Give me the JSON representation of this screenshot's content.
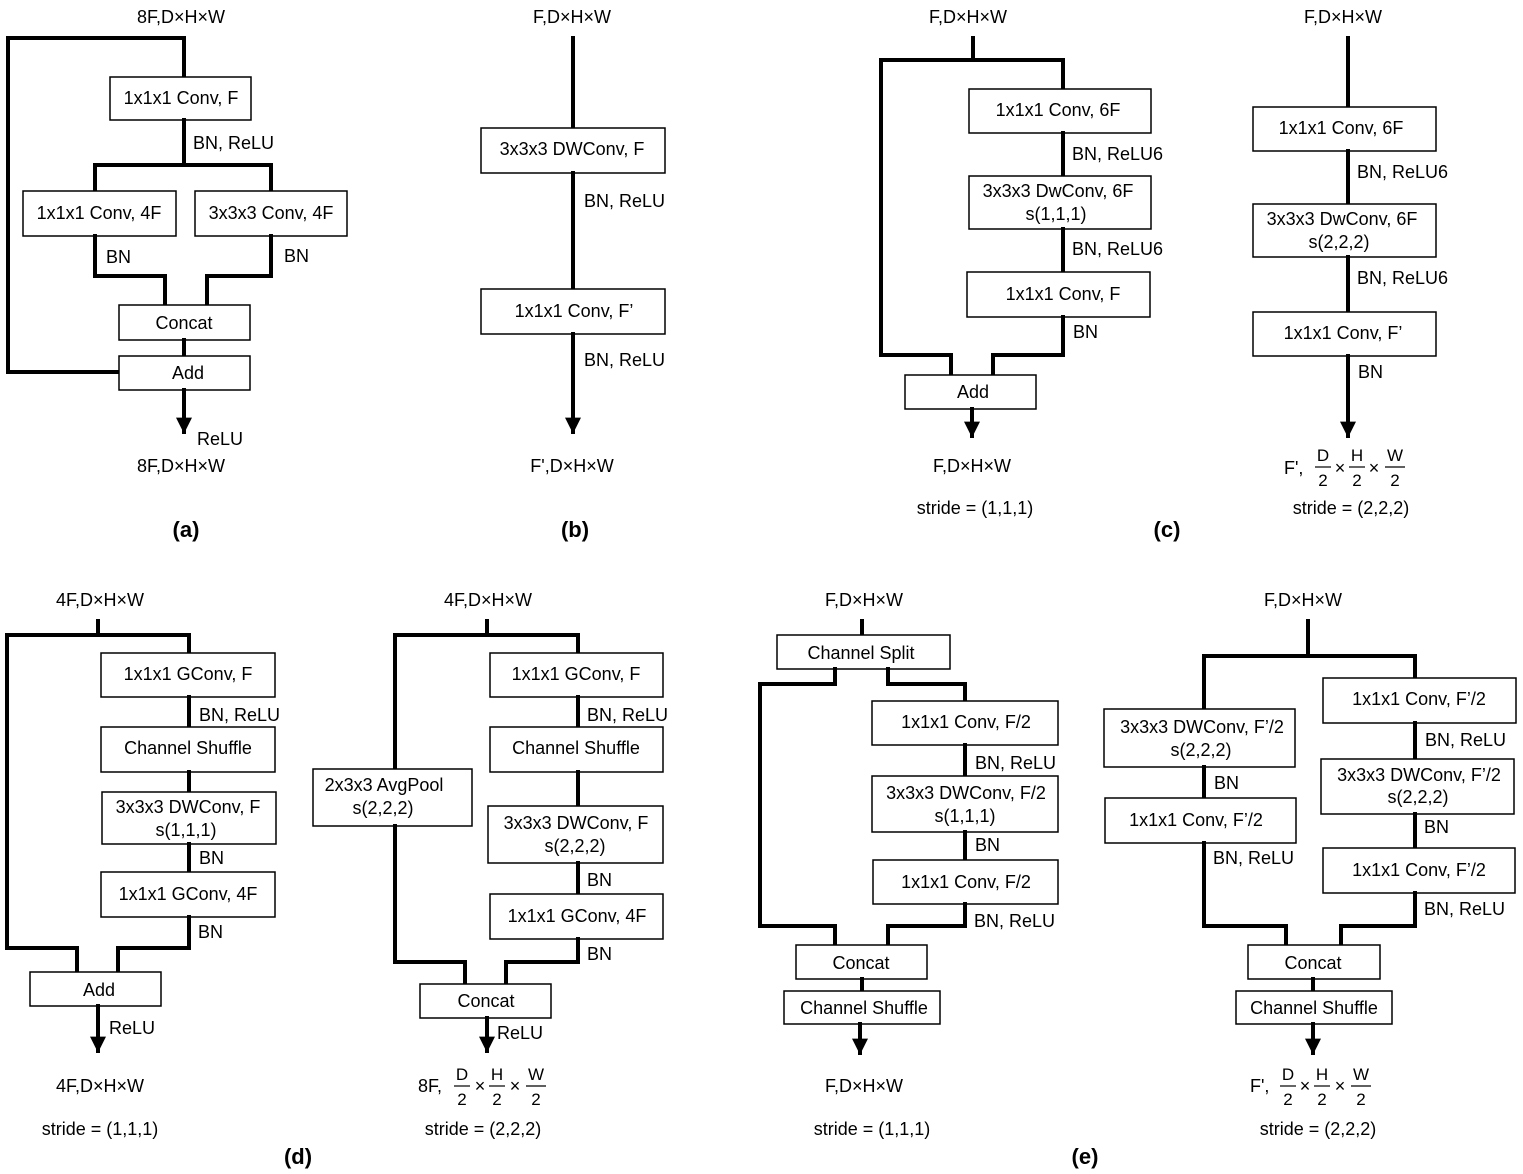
{
  "shapes": {
    "a": {
      "input": "8F,D×H×W",
      "conv_f": "1x1x1 Conv, F",
      "bn_relu": "BN, ReLU",
      "conv_4f_1": "1x1x1 Conv, 4F",
      "conv_4f_3": "3x3x3 Conv, 4F",
      "bn_left": "BN",
      "bn_right": "BN",
      "concat": "Concat",
      "add": "Add",
      "relu": "ReLU",
      "output": "8F,D×H×W",
      "caption": "(a)"
    },
    "b": {
      "input": "F,D×H×W",
      "dwconv": "3x3x3 DWConv, F",
      "bn_relu_1": "BN, ReLU",
      "conv": "1x1x1 Conv, F’",
      "bn_relu_2": "BN, ReLU",
      "output": "F',D×H×W",
      "caption": "(b)"
    },
    "c1": {
      "input": "F,D×H×W",
      "conv_6f": "1x1x1 Conv, 6F",
      "bn_relu6_1": "BN, ReLU6",
      "dwconv_l1": "3x3x3 DwConv, 6F",
      "dwconv_l2": "s(1,1,1)",
      "bn_relu6_2": "BN, ReLU6",
      "conv_f": "1x1x1 Conv, F",
      "bn": "BN",
      "add": "Add",
      "output": "F,D×H×W",
      "stride": "stride = (1,1,1)"
    },
    "c2": {
      "input": "F,D×H×W",
      "conv_6f": "1x1x1 Conv, 6F",
      "bn_relu6_1": "BN, ReLU6",
      "dwconv_l1": "3x3x3 DwConv, 6F",
      "dwconv_l2": "s(2,2,2)",
      "bn_relu6_2": "BN, ReLU6",
      "conv_f": "1x1x1 Conv, F’",
      "bn": "BN",
      "output_prefix": "F',",
      "frac_d": "D",
      "frac_h": "H",
      "frac_w": "W",
      "frac_den": "2",
      "times": "×",
      "stride": "stride = (2,2,2)"
    },
    "c_caption": "(c)",
    "d1": {
      "input": "4F,D×H×W",
      "gconv_f": "1x1x1 GConv, F",
      "bn_relu": "BN, ReLU",
      "shuffle": "Channel Shuffle",
      "dwconv_l1": "3x3x3 DWConv, F",
      "dwconv_l2": "s(1,1,1)",
      "bn_1": "BN",
      "gconv_4f": "1x1x1 GConv, 4F",
      "bn_2": "BN",
      "add": "Add",
      "relu": "ReLU",
      "output": "4F,D×H×W",
      "stride": "stride = (1,1,1)"
    },
    "d2": {
      "input": "4F,D×H×W",
      "gconv_f": "1x1x1 GConv, F",
      "bn_relu": "BN, ReLU",
      "shuffle": "Channel Shuffle",
      "avgpool_l1": "2x3x3 AvgPool",
      "avgpool_l2": "s(2,2,2)",
      "dwconv_l1": "3x3x3 DWConv, F",
      "dwconv_l2": "s(2,2,2)",
      "bn_1": "BN",
      "gconv_4f": "1x1x1 GConv, 4F",
      "bn_2": "BN",
      "concat": "Concat",
      "relu": "ReLU",
      "output_prefix": "8F,",
      "frac_d": "D",
      "frac_h": "H",
      "frac_w": "W",
      "frac_den": "2",
      "times": "×",
      "stride": "stride = (2,2,2)"
    },
    "d_caption": "(d)",
    "e1": {
      "input": "F,D×H×W",
      "split": "Channel Split",
      "conv_1": "1x1x1 Conv, F/2",
      "bn_relu_1": "BN, ReLU",
      "dwconv_l1": "3x3x3 DWConv, F/2",
      "dwconv_l2": "s(1,1,1)",
      "bn": "BN",
      "conv_2": "1x1x1 Conv, F/2",
      "bn_relu_2": "BN, ReLU",
      "concat": "Concat",
      "shuffle": "Channel Shuffle",
      "output": "F,D×H×W",
      "stride": "stride = (1,1,1)"
    },
    "e2": {
      "input": "F,D×H×W",
      "l_dwconv_l1": "3x3x3 DWConv, F’/2",
      "l_dwconv_l2": "s(2,2,2)",
      "l_bn": "BN",
      "l_conv": "1x1x1 Conv, F’/2",
      "l_bn_relu": "BN, ReLU",
      "r_conv_1": "1x1x1 Conv, F’/2",
      "r_bn_relu_1": "BN, ReLU",
      "r_dwconv_l1": "3x3x3 DWConv, F’/2",
      "r_dwconv_l2": "s(2,2,2)",
      "r_bn": "BN",
      "r_conv_2": "1x1x1 Conv, F’/2",
      "r_bn_relu_2": "BN, ReLU",
      "concat": "Concat",
      "shuffle": "Channel Shuffle",
      "output_prefix": "F',",
      "frac_d": "D",
      "frac_h": "H",
      "frac_w": "W",
      "frac_den": "2",
      "times": "×",
      "stride": "stride = (2,2,2)"
    },
    "e_caption": "(e)"
  }
}
